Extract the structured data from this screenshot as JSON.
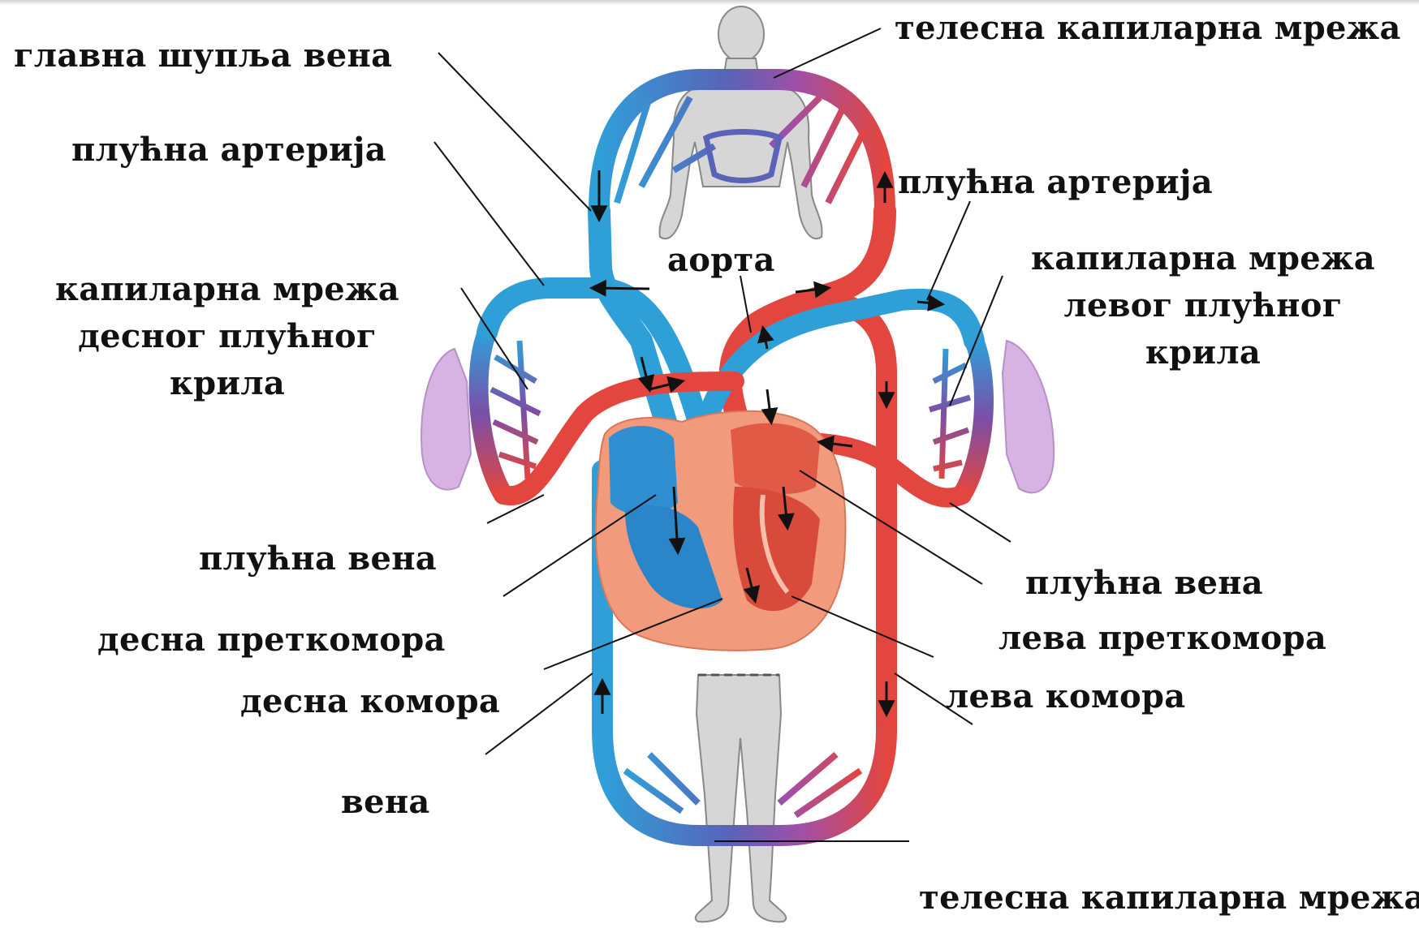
{
  "labels": {
    "body_capillaries_top": "телесна капиларна мрежа",
    "vena_cava": "главна шупља вена",
    "pulm_artery_left": "плућна артерија",
    "pulm_artery_right": "плућна артерија",
    "aorta": "аорта",
    "right_lung_capillaries": [
      "капиларна мрежа",
      "десног плућног",
      "крила"
    ],
    "left_lung_capillaries": [
      "капиларна мрежа",
      "левог плућног",
      "крила"
    ],
    "pulm_vein_left": "плућна вена",
    "pulm_vein_right": "плућна вена",
    "right_atrium": "десна преткомора",
    "left_atrium": "лева преткомора",
    "right_ventricle": "десна комора",
    "left_ventricle": "лева комора",
    "vein": "вена",
    "body_capillaries_bottom": "телесна капиларна мрежа"
  },
  "colors": {
    "venous_blue": "#2f9fd8",
    "arterial_red": "#e2463e",
    "capillary_purple": "#7a4fa8",
    "lung_pink": "#d7b3e3",
    "heart_salmon": "#f29a7c",
    "body_gray": "#d6d6d6"
  }
}
